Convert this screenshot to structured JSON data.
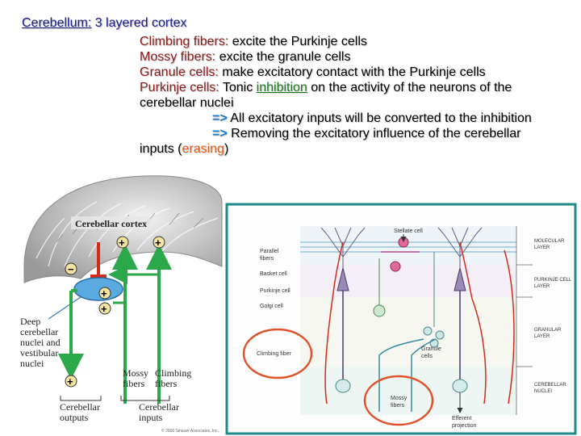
{
  "title": {
    "main": "Cerebellum:",
    "rest": " 3 layered cortex"
  },
  "bullets": [
    {
      "term": "Climbing fibers:",
      "text": " excite the Purkinje cells"
    },
    {
      "term": "Mossy fibers:",
      "text": " excite the granule cells"
    },
    {
      "term": "Granule cells:",
      "text": " make excitatory contact with the Purkinje cells"
    },
    {
      "term": "Purkinje cells:",
      "text_before": " Tonic ",
      "highlight": "inhibition",
      "text_after": " on the activity of the neurons of the",
      "cont": "cerebellar nuclei"
    }
  ],
  "arrows": [
    {
      "symbol": "=>",
      "text": " All excitatory inputs will be converted to the inhibition"
    },
    {
      "symbol": "=>",
      "text": " Removing the excitatory influence of the cerebellar"
    }
  ],
  "last_line": {
    "before": "inputs (",
    "highlight": "erasing",
    "after": ")"
  },
  "left_diagram": {
    "cortex_label": "Cerebellar cortex",
    "deep_nuclei_label": [
      "Deep",
      "cerebellar",
      "nuclei and",
      "vestibular",
      "nuclei"
    ],
    "mossy_label": [
      "Mossy",
      "fibers"
    ],
    "climbing_label": [
      "Climbing",
      "fibers"
    ],
    "outputs_label": [
      "Cerebellar",
      "outputs"
    ],
    "inputs_label": [
      "Cerebellar",
      "inputs"
    ],
    "copyright": "© 2000 Sinauer Associates, Inc.",
    "signs": {
      "minus": "−",
      "plus": "+"
    }
  },
  "right_diagram": {
    "stellate": "Stellate cell",
    "parallel": [
      "Parallel",
      "fibers"
    ],
    "basket": "Basket cell",
    "purkinje": "Purkinje cell",
    "golgi": "Golgi cell",
    "climbing": "Climbing fiber",
    "granule": [
      "Granule",
      "cells"
    ],
    "mossy": [
      "Mossy",
      "fibers"
    ],
    "efferent": [
      "Efferent",
      "projection"
    ],
    "layers": [
      [
        "MOLECULAR",
        "LAYER"
      ],
      [
        "PURKINJE CELL",
        "LAYER"
      ],
      [
        "GRANULAR",
        "LAYER"
      ],
      [
        "CEREBELLAR",
        "NUCLEI"
      ]
    ]
  },
  "colors": {
    "title": "#1a1a8c",
    "term": "#8c1a1a",
    "inhibition": "#1a7a1a",
    "erasing": "#e05a1a",
    "arrow": "#1a7acc",
    "teal_border": "#1f8a8a",
    "green_path": "#2aa84a",
    "red_path": "#d42a1a",
    "nucleus_fill": "#5aa9e0",
    "circle_highlight": "#e0522a"
  }
}
